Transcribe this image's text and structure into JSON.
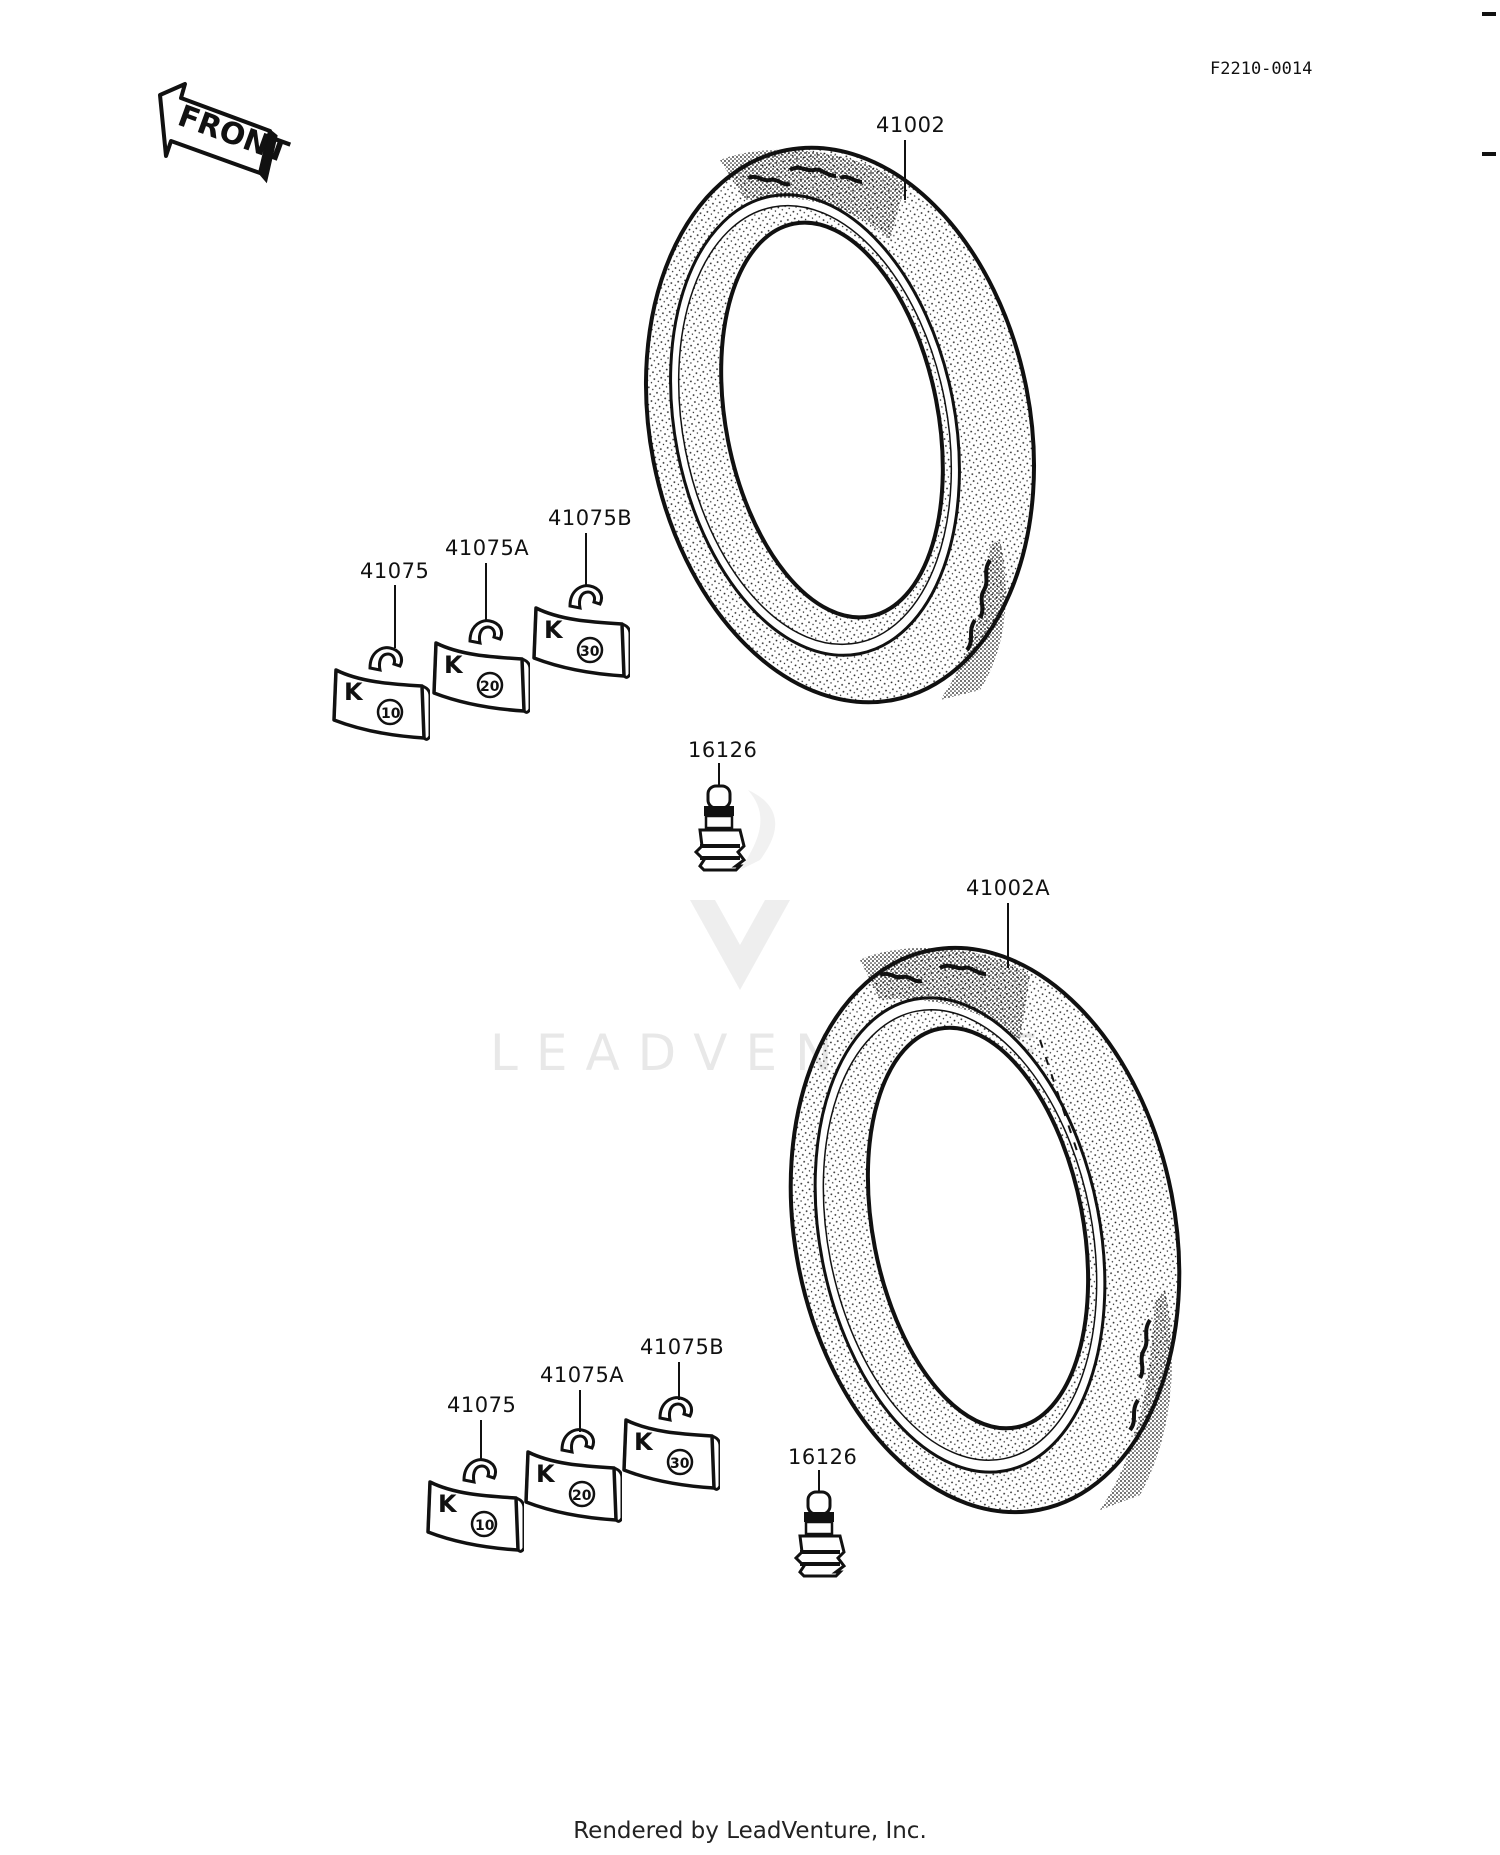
{
  "figure_id": "F2210-0014",
  "front_arrow_label": "FRONT",
  "watermark": "LEADVENTURE",
  "footer": "Rendered by LeadVenture, Inc.",
  "parts": {
    "upper": {
      "tire": "41002",
      "weight_10": "41075",
      "weight_20": "41075A",
      "weight_30": "41075B",
      "valve": "16126"
    },
    "lower": {
      "tire": "41002A",
      "weight_10": "41075",
      "weight_20": "41075A",
      "weight_30": "41075B",
      "valve": "16126"
    }
  },
  "weight_marks": {
    "brand": "K",
    "w10": "10",
    "w20": "20",
    "w30": "30"
  }
}
